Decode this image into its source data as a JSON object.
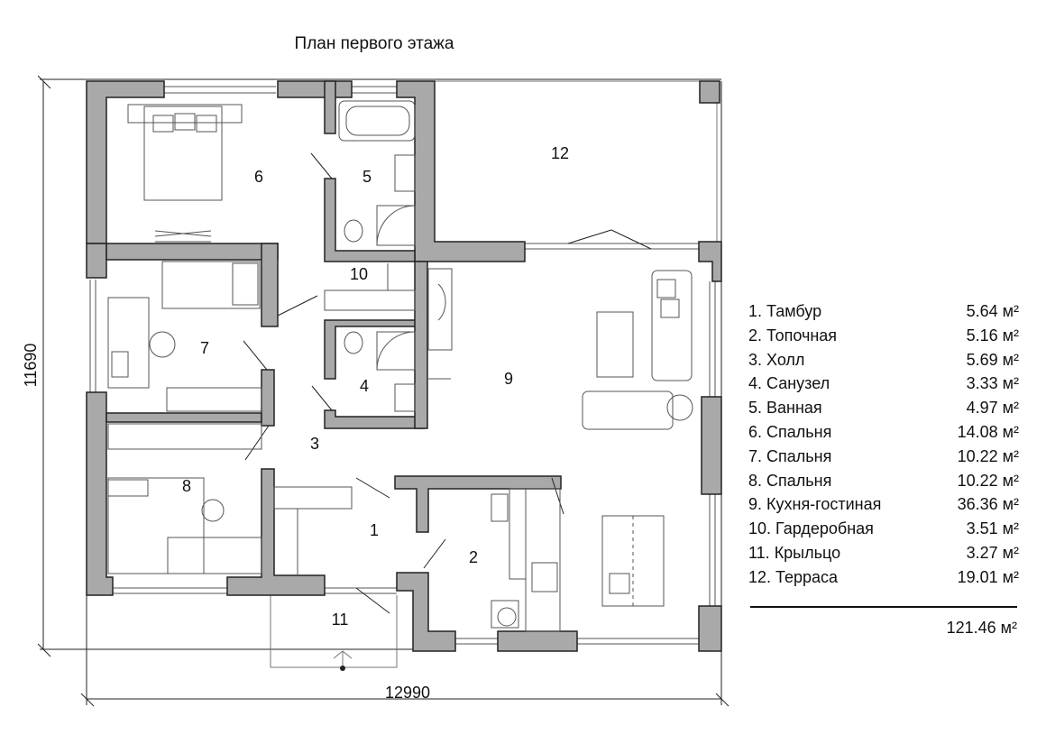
{
  "title": "План первого этажа",
  "dimensions": {
    "width": "12990",
    "height": "11690"
  },
  "room_numbers": [
    "1",
    "2",
    "3",
    "4",
    "5",
    "6",
    "7",
    "8",
    "9",
    "10",
    "11",
    "12"
  ],
  "legend": [
    {
      "name": "1. Тамбур",
      "area": "5.64 м²"
    },
    {
      "name": "2. Топочная",
      "area": "5.16 м²"
    },
    {
      "name": "3. Холл",
      "area": "5.69 м²"
    },
    {
      "name": "4. Санузел",
      "area": "3.33 м²"
    },
    {
      "name": "5. Ванная",
      "area": "4.97 м²"
    },
    {
      "name": "6. Спальня",
      "area": "14.08 м²"
    },
    {
      "name": "7. Спальня",
      "area": "10.22 м²"
    },
    {
      "name": "8. Спальня",
      "area": "10.22 м²"
    },
    {
      "name": "9. Кухня-гостиная",
      "area": "36.36 м²"
    },
    {
      "name": "10. Гардеробная",
      "area": "3.51 м²"
    },
    {
      "name": "11. Крыльцо",
      "area": "3.27 м²"
    },
    {
      "name": "12. Терраса",
      "area": "19.01 м²"
    }
  ],
  "total": "121.46 м²",
  "colors": {
    "wall": "#a9a9a9",
    "line": "#222222"
  }
}
